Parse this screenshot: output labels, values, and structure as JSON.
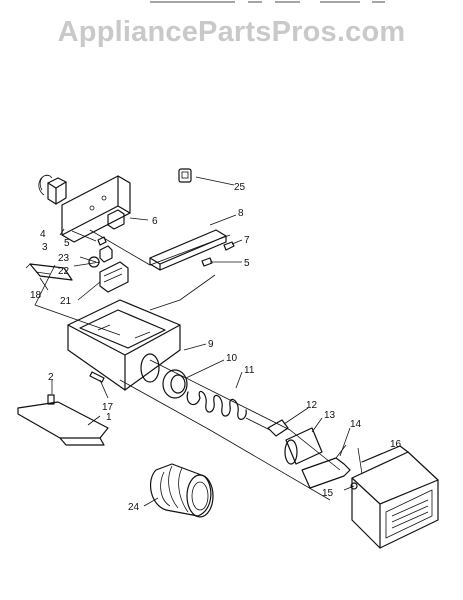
{
  "watermark": "AppliancePartsPros.com",
  "callouts": {
    "c1": "1",
    "c2": "2",
    "c3": "3",
    "c4": "4",
    "c5a": "5",
    "c5b": "5",
    "c6": "6",
    "c7": "7",
    "c8": "8",
    "c9": "9",
    "c10": "10",
    "c11": "11",
    "c12": "12",
    "c13": "13",
    "c14": "14",
    "c15": "15",
    "c16": "16",
    "c17": "17",
    "c18": "18",
    "c21": "21",
    "c22": "22",
    "c23": "23",
    "c24": "24",
    "c25": "25"
  }
}
